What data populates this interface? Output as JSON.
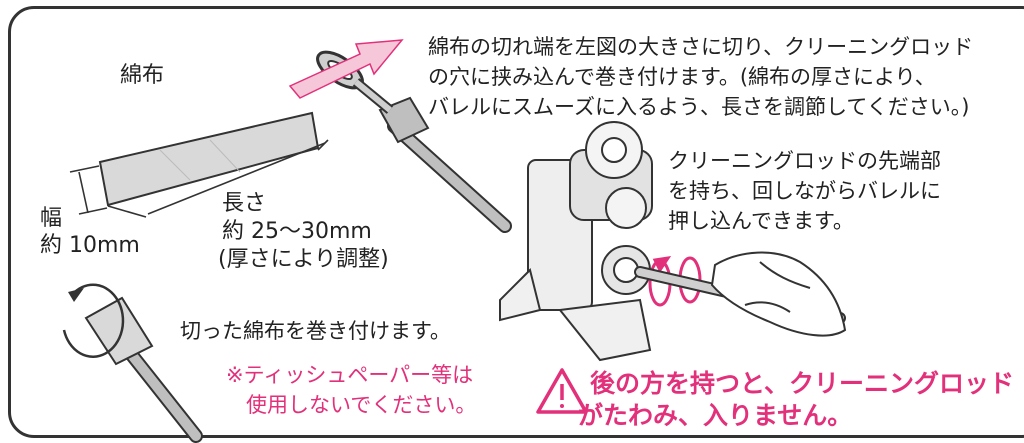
{
  "labels": {
    "cloth": "綿布",
    "width_line1": "幅",
    "width_line2": "約 10mm",
    "length_line1": "長さ",
    "length_line2": "約 25〜30mm",
    "length_line3": "(厚さにより調整)"
  },
  "instructions": {
    "cut_line1": "綿布の切れ端を左図の大きさに切り、クリーニングロッド",
    "cut_line2": "の穴に挟み込んで巻き付けます。(綿布の厚さにより、",
    "cut_line3": "バレルにスムーズに入るよう、長さを調節してください。)",
    "tip_line1": "クリーニングロッドの先端部",
    "tip_line2": "を持ち、回しながらバレルに",
    "tip_line3": "押し込んできます。",
    "wrap": "切った綿布を巻き付けます。"
  },
  "caution": {
    "line1": "※ティッシュペーパー等は",
    "line2": "使用しないでください。"
  },
  "warning": {
    "line1": "後の方を持つと、クリーニングロッド",
    "line2": "がたわみ、入りません。"
  },
  "colors": {
    "accent": "#e2307a",
    "arrow_fill": "#f6c6d9",
    "cloth_fill": "#d9d9d9",
    "line": "#333333"
  }
}
